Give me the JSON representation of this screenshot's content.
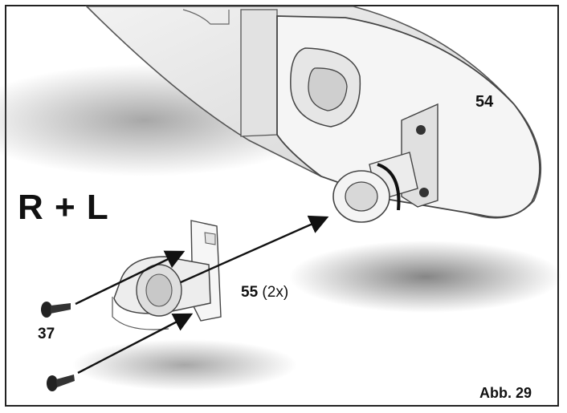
{
  "labels": {
    "side": "R + L",
    "part_bracket": "54",
    "part_holder_number": "55",
    "part_holder_qty": "(2x)",
    "part_screw": "37",
    "figure": "Abb.  29"
  },
  "colors": {
    "frame": "#222222",
    "text": "#111111",
    "part_fill": "#e8e8e8",
    "part_stroke": "#555555",
    "shadow": "#9a9a9a"
  }
}
